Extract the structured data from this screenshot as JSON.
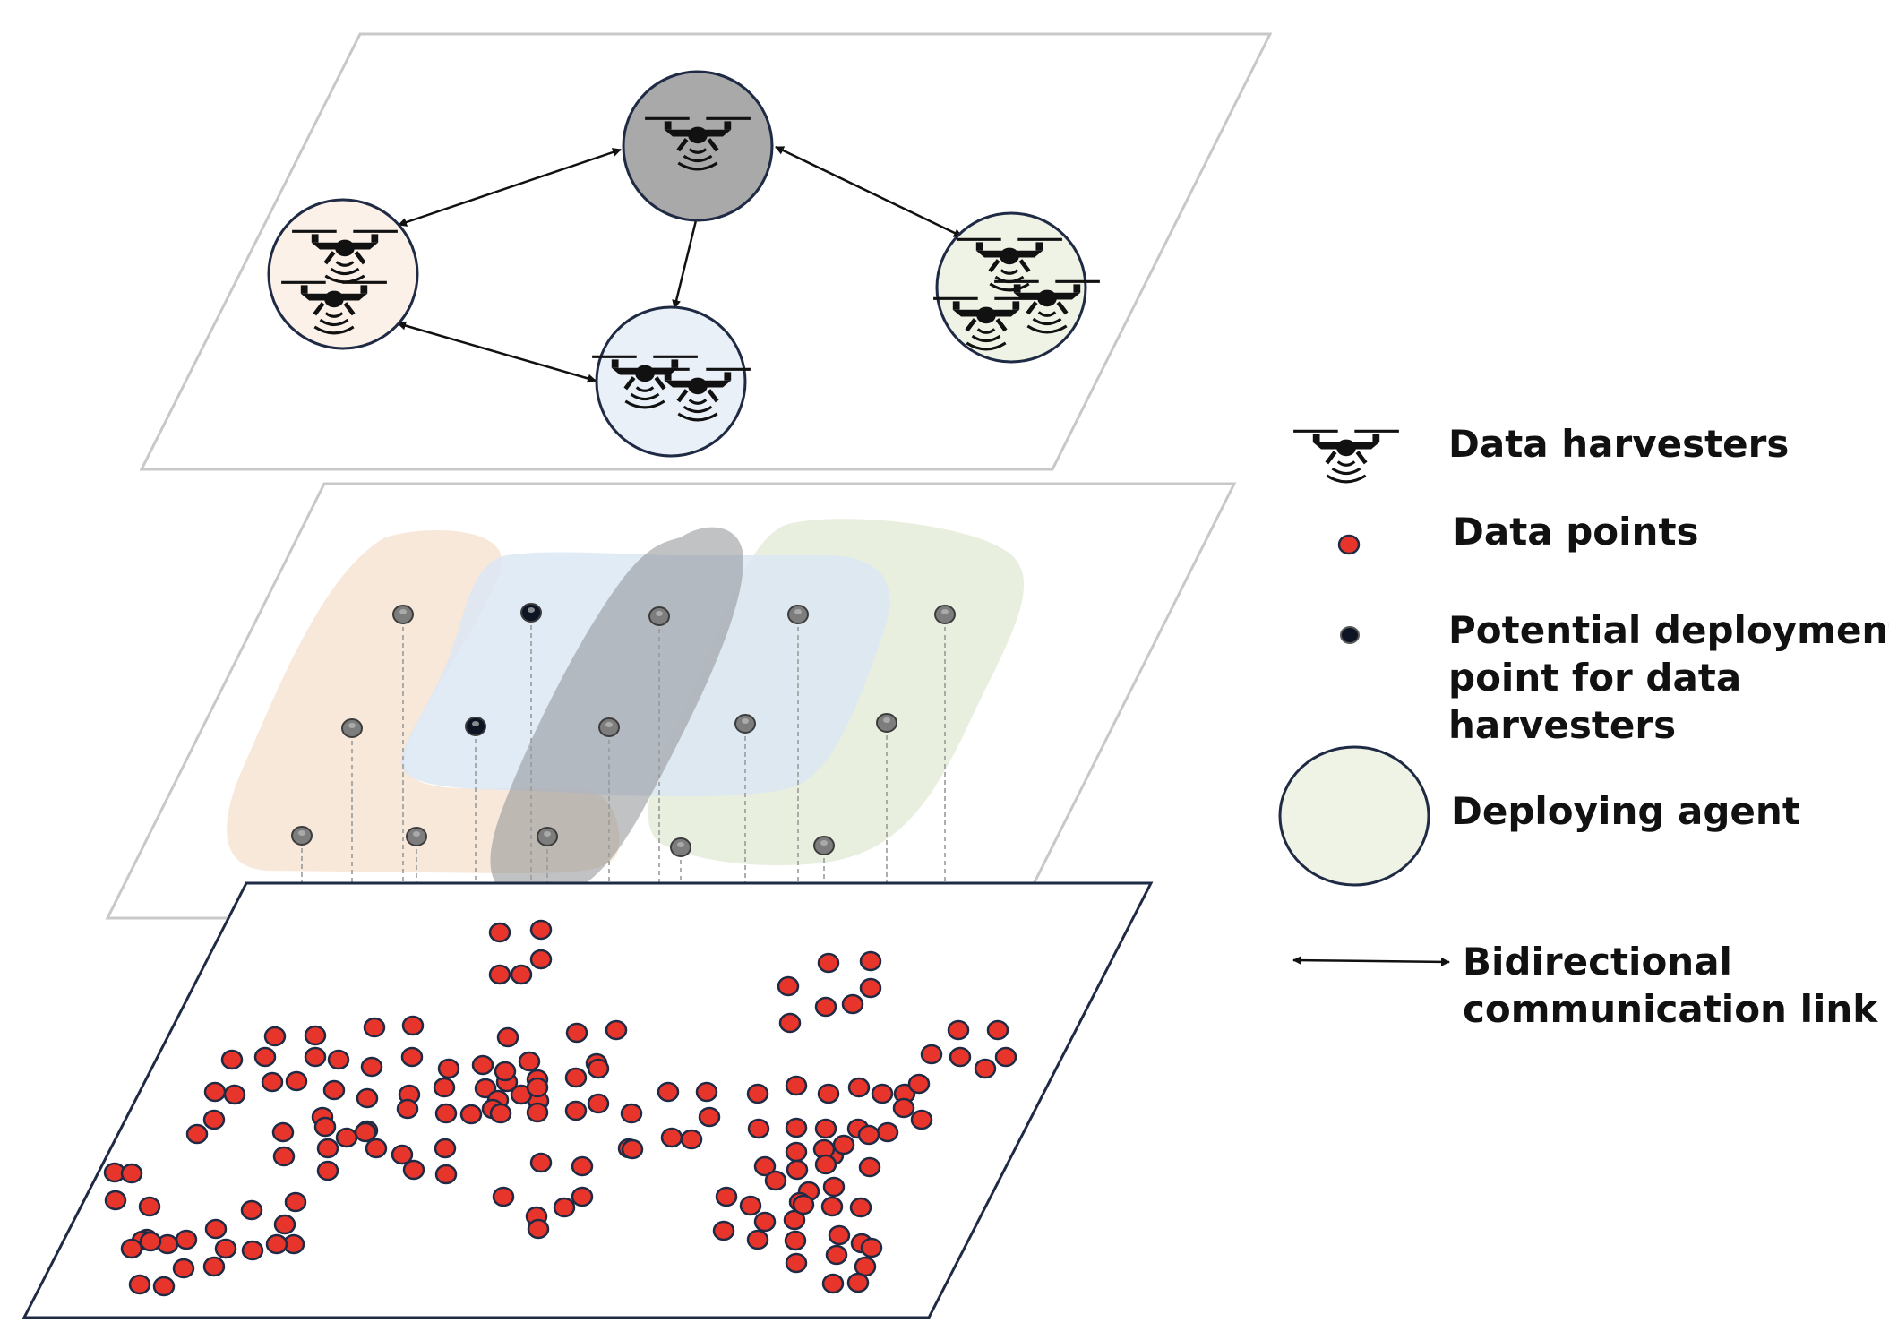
{
  "legend": {
    "data_harvesters": "Data harvesters",
    "data_points": "Data points",
    "potential_deployment_line1": "Potential deployment",
    "potential_deployment_line2": "point for data",
    "potential_deployment_line3": "harvesters",
    "deploying_agent": "Deploying agent",
    "bidirectional_line1": "Bidirectional",
    "bidirectional_line2": "communication link"
  },
  "agents": [
    {
      "id": "gray",
      "color": "#a9a9a9",
      "drones": 1
    },
    {
      "id": "orange",
      "color": "#fbf1e8",
      "drones": 2
    },
    {
      "id": "blue",
      "color": "#eaf0f8",
      "drones": 2
    },
    {
      "id": "green",
      "color": "#eef3e6",
      "drones": 3
    }
  ],
  "links": [
    [
      "orange",
      "gray"
    ],
    [
      "gray",
      "blue"
    ],
    [
      "gray",
      "green"
    ],
    [
      "orange",
      "blue"
    ]
  ],
  "colors": {
    "data_point": "#e8352b",
    "data_point_outline": "#1f2a44",
    "deployment_point_gray": "#7d7d7d",
    "deployment_point_dark": "#0d1424",
    "plane_border_light": "#c8c8c8",
    "plane_border_dark": "#1f2a44",
    "region_orange": "#f7e3d2",
    "region_blue": "#dbe6f4",
    "region_gray": "#8e8f93",
    "region_green": "#e3ecd8"
  },
  "icons": {
    "drone": "drone-icon",
    "arrow": "double-arrow-icon"
  }
}
